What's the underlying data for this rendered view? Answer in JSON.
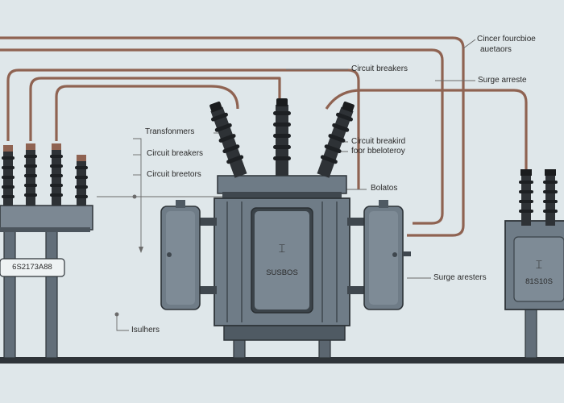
{
  "labels": {
    "top_right_1": "Cincer fourcbioe",
    "top_right_2": "auetaors",
    "circuit_breakers_top": "Circuit breakers",
    "surge_arreste": "Surge arreste",
    "transformers": "Transfonmers",
    "circuit_breakers_left": "Circuit breakers",
    "circuit_breetors": "Circuit breetors",
    "circuit_breakird_1": "Circuit breakird",
    "circuit_breakird_2": "foor bbeloteroy",
    "bolatos": "Bolatos",
    "surge_aresters": "Surge aresters",
    "isulhers": "Isulhers",
    "left_panel_code": "6S2173A88",
    "transformer_plate": "SUSBOS",
    "right_panel_plate": "81S10S",
    "plate_symbol": "⌶"
  },
  "colors": {
    "background": "#dfe7ea",
    "steel": "#6f7c87",
    "steel_dark": "#3f474e",
    "insulator": "#2e3236",
    "copper": "#a57562",
    "lead_line": "#707070"
  }
}
